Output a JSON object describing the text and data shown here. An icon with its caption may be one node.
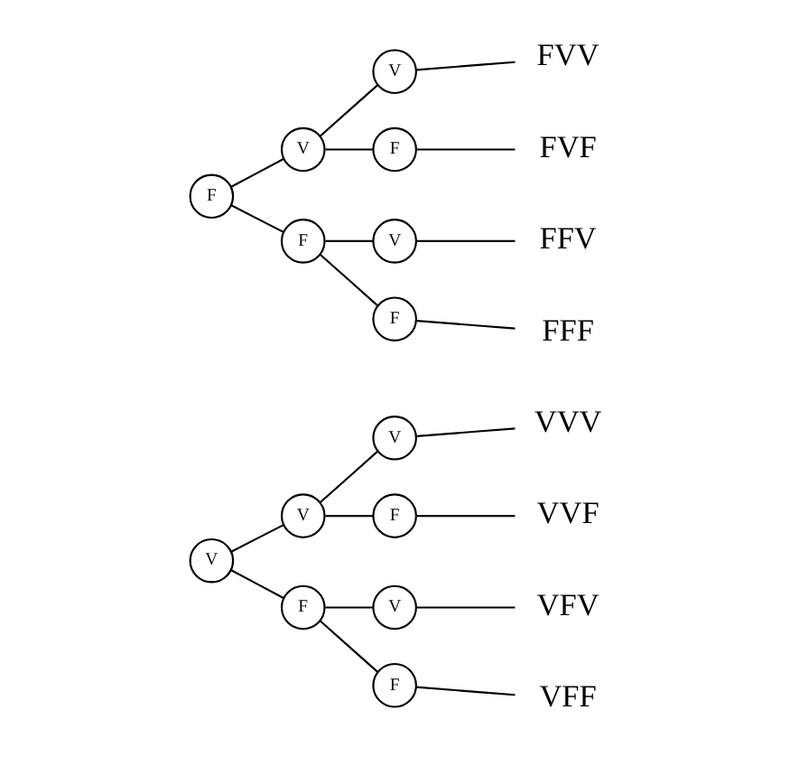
{
  "diagram": {
    "nodes": [
      {
        "text": [
          "V"
        ]
      },
      {
        "text": [
          "V"
        ]
      },
      {
        "text": [
          "F"
        ]
      },
      {
        "text": [
          "V"
        ]
      },
      {
        "text": [
          "F"
        ]
      },
      {
        "text": [
          "V"
        ]
      },
      {
        "text": [
          "F"
        ]
      },
      {
        "text": [
          "VVV"
        ]
      },
      {
        "text": [
          "VVF"
        ]
      },
      {
        "text": [
          "VFV"
        ]
      },
      {
        "text": [
          "VFF"
        ]
      },
      {
        "text": [
          "F"
        ]
      },
      {
        "text": [
          "V"
        ]
      },
      {
        "text": [
          "F"
        ]
      },
      {
        "text": [
          "V"
        ]
      },
      {
        "text": [
          "F"
        ]
      },
      {
        "text": [
          "V"
        ]
      },
      {
        "text": [
          "F"
        ]
      },
      {
        "text": [
          "FVV"
        ]
      },
      {
        "text": [
          "FVF"
        ]
      },
      {
        "text": [
          "FFV"
        ]
      },
      {
        "text": [
          "FFF"
        ]
      }
    ],
    "edges": [
      {
        "from": 0,
        "to": 1,
        "arrow": "none"
      },
      {
        "from": 0,
        "to": 2,
        "arrow": "none"
      },
      {
        "from": 1,
        "to": 3,
        "arrow": "none"
      },
      {
        "from": 1,
        "to": 4,
        "arrow": "none"
      },
      {
        "from": 2,
        "to": 5,
        "arrow": "none"
      },
      {
        "from": 2,
        "to": 6,
        "arrow": "none"
      },
      {
        "from": 3,
        "to": 7,
        "arrow": "none"
      },
      {
        "from": 4,
        "to": 8,
        "arrow": "none"
      },
      {
        "from": 5,
        "to": 9,
        "arrow": "none"
      },
      {
        "from": 6,
        "to": 10,
        "arrow": "none"
      },
      {
        "from": 11,
        "to": 12,
        "arrow": "none"
      },
      {
        "from": 11,
        "to": 13,
        "arrow": "none"
      },
      {
        "from": 12,
        "to": 14,
        "arrow": "none"
      },
      {
        "from": 12,
        "to": 15,
        "arrow": "none"
      },
      {
        "from": 13,
        "to": 16,
        "arrow": "none"
      },
      {
        "from": 13,
        "to": 17,
        "arrow": "none"
      },
      {
        "from": 14,
        "to": 18,
        "arrow": "none"
      },
      {
        "from": 15,
        "to": 19,
        "arrow": "none"
      },
      {
        "from": 16,
        "to": 20,
        "arrow": "none"
      },
      {
        "from": 17,
        "to": 21,
        "arrow": "none"
      }
    ]
  }
}
